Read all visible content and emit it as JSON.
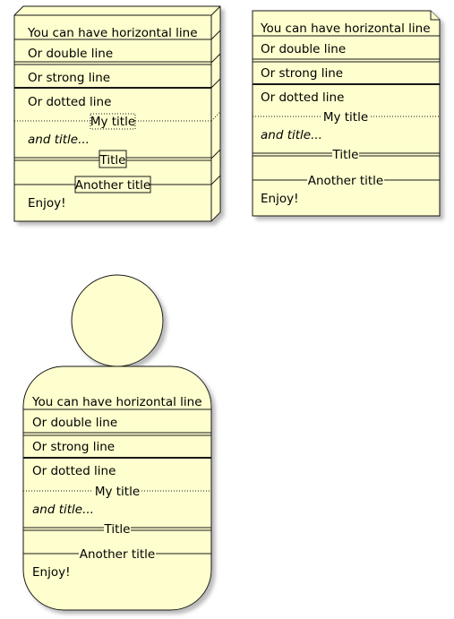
{
  "colors": {
    "fill": "#FEFECE",
    "stroke": "#181818",
    "shadow": "#BBBBBB",
    "background": "#FFFFFF"
  },
  "node": {
    "line1": "You can have horizontal line",
    "line2": "Or double line",
    "line3": "Or strong line",
    "line4": "Or dotted line",
    "title_dotted": "My title",
    "line5": "and title...",
    "title_double": "Title",
    "title_single": "Another title",
    "line6": "Enjoy!"
  },
  "note": {
    "line1": "You can have horizontal line",
    "line2": "Or double line",
    "line3": "Or strong line",
    "line4": "Or dotted line",
    "title_dotted": "My title",
    "line5": "and title...",
    "title_double": "Title",
    "title_single": "Another title",
    "line6": "Enjoy!"
  },
  "actor": {
    "line1": "You can have horizontal line",
    "line2": "Or double line",
    "line3": "Or strong line",
    "line4": "Or dotted line",
    "title_dotted": "My title",
    "line5": "and title...",
    "title_double": "Title",
    "title_single": "Another title",
    "line6": "Enjoy!"
  }
}
